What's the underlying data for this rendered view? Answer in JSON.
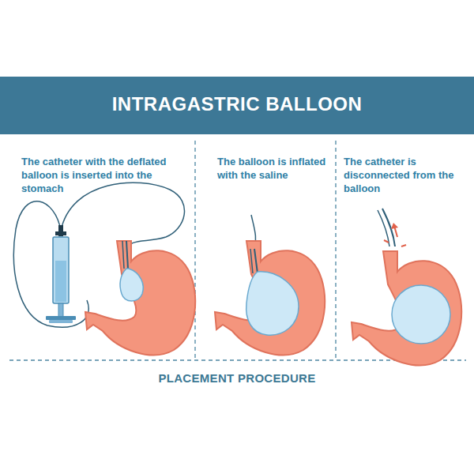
{
  "diagram": {
    "title": "INTRAGASTRIC BALLOON",
    "caption": "PLACEMENT PROCEDURE",
    "labels": [
      "The catheter with the deflated balloon is inserted into the stomach",
      "The balloon is inflated with the saline",
      "The catheter is disconnected from the balloon"
    ]
  }
}
